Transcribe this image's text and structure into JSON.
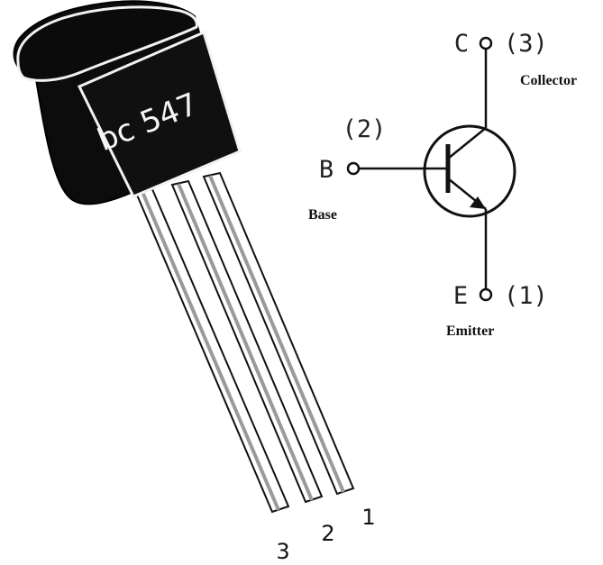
{
  "package": {
    "marking": "bc 547",
    "pin_numbers": [
      "3",
      "2",
      "1"
    ]
  },
  "schematic": {
    "collector": {
      "letter": "C",
      "pin": "(3)",
      "name": "Collector"
    },
    "base": {
      "letter": "B",
      "pin": "(2)",
      "name": "Base"
    },
    "emitter": {
      "letter": "E",
      "pin": "(1)",
      "name": "Emitter"
    }
  },
  "colors": {
    "background": "#ffffff",
    "ink": "#111111",
    "body": "#0c0c0c",
    "leads": "#8a8a8a"
  }
}
